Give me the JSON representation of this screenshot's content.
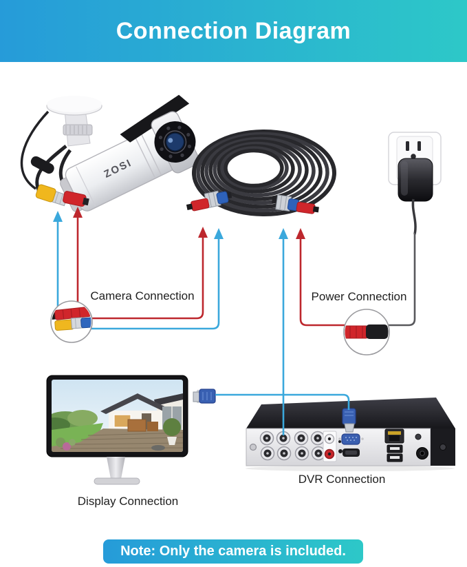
{
  "header": {
    "title": "Connection Diagram"
  },
  "footer": {
    "note": "Note: Only the camera is included."
  },
  "labels": {
    "camera_connection": "Camera Connection",
    "power_connection": "Power Connection",
    "dvr_connection": "DVR Connection",
    "display_connection": "Display Connection"
  },
  "devices": {
    "camera": {
      "brand": "ZOSI"
    }
  },
  "colors": {
    "banner_gradient_start": "#269bd9",
    "banner_gradient_end": "#2dc8c8",
    "video_line": "#3aa8dc",
    "power_line": "#bd272d",
    "adapter_line": "#58585c",
    "label_text": "#1e1e1e"
  }
}
